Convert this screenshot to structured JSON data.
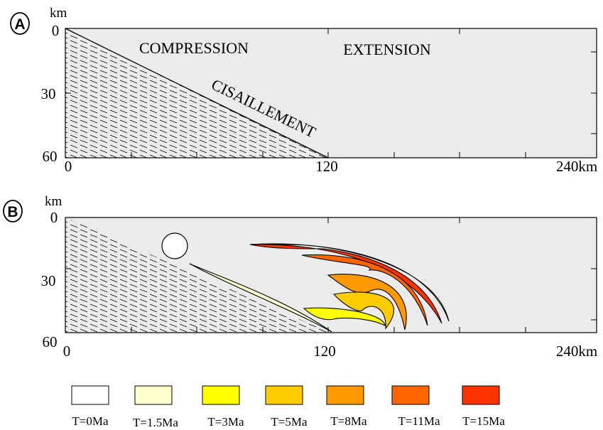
{
  "panel_a": {
    "badge": "A",
    "unit_label": "km",
    "y_ticks": [
      "0",
      "30",
      "60"
    ],
    "x_ticks": [
      "0",
      "120",
      "240km"
    ],
    "labels": {
      "compression": "COMPRESSION",
      "extension": "EXTENSION",
      "shear": "CISAILLEMENT"
    }
  },
  "panel_b": {
    "badge": "B",
    "unit_label": "km",
    "y_ticks": [
      "0",
      "30",
      "60"
    ],
    "x_ticks": [
      "0",
      "120",
      "240km"
    ]
  },
  "legend": {
    "items": [
      {
        "label": "T=0Ma",
        "color": "#ffffff"
      },
      {
        "label": "T=1.5Ma",
        "color": "#ffffcc"
      },
      {
        "label": "T=3Ma",
        "color": "#ffff00"
      },
      {
        "label": "T=5Ma",
        "color": "#ffcc00"
      },
      {
        "label": "T=8Ma",
        "color": "#ff9900"
      },
      {
        "label": "T=11Ma",
        "color": "#ff6600"
      },
      {
        "label": "T=15Ma",
        "color": "#ff3300"
      }
    ]
  },
  "colors": {
    "panel_fill": "#ececec",
    "ink": "#000000"
  }
}
